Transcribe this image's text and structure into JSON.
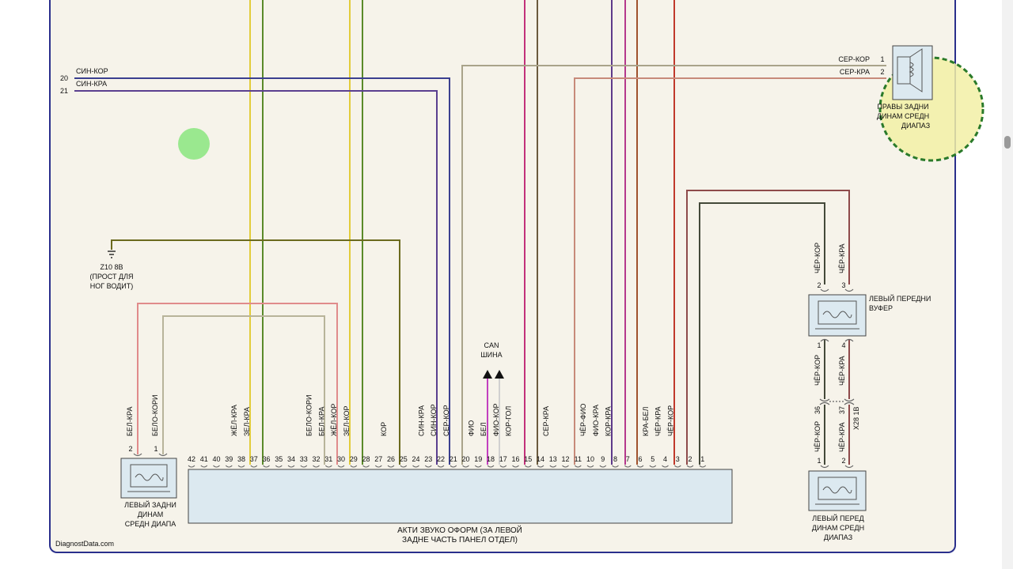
{
  "footer": {
    "brand": "DiagnostData.com"
  },
  "left_wires": {
    "w20": {
      "num": "20",
      "label": "СИН-КОР"
    },
    "w21": {
      "num": "21",
      "label": "СИН-КРА"
    }
  },
  "ground": {
    "line1": "Z10 8B",
    "line2": "(ПРОСТ ДЛЯ",
    "line3": "НОГ ВОДИТ)"
  },
  "can": {
    "line1": "CAN",
    "line2": "ШИНА"
  },
  "amplifier": {
    "line1": "АКТИ ЗВУКО ОФОРМ (ЗА ЛЕВОЙ",
    "line2": "ЗАДНЕ ЧАСТЬ ПАНЕЛ ОТДЕЛ)"
  },
  "right_rear_speaker": {
    "line1": "ПРАВЫ ЗАДНИ",
    "line2": "ДИНАМ СРЕДН",
    "line3": "ДИАПАЗ",
    "pin1": "1",
    "pin2": "2",
    "wire1": "СЕР-КОР",
    "wire2": "СЕР-КРА"
  },
  "left_rear_speaker": {
    "line1": "ЛЕВЫЙ ЗАДНИ",
    "line2": "ДИНАМ",
    "line3": "СРЕДН ДИАПА",
    "pin2": "2",
    "pin1": "1",
    "wire2": "БЕЛ-КРА",
    "wire1": "БЕЛО-КОРИ"
  },
  "woofer": {
    "line1": "ЛЕВЫЙ ПЕРЕДНИ",
    "line2": "ВУФЕР",
    "pin2": "2",
    "pin3": "3",
    "pin1": "1",
    "pin4": "4",
    "wire_top_2": "ЧЁР-КОР",
    "wire_top_3": "ЧЁР-КРА",
    "wire_bot_1": "ЧЁР-КОР",
    "wire_bot_4": "ЧЁР-КРА"
  },
  "connector_x28": {
    "pin36": "36",
    "pin37": "37",
    "label": "X28 1B"
  },
  "front_mid_speaker": {
    "line1": "ЛЕВЫЙ ПЕРЕД",
    "line2": "ДИНАМ СРЕДН",
    "line3": "ДИАПАЗ",
    "pin1": "1",
    "pin2": "2",
    "wire1": "ЧЁР-КОР",
    "wire2": "ЧЁР-КРА"
  },
  "amp_pins": [
    "42",
    "41",
    "40",
    "39",
    "38",
    "37",
    "36",
    "35",
    "34",
    "33",
    "32",
    "31",
    "30",
    "29",
    "28",
    "27",
    "26",
    "25",
    "24",
    "23",
    "22",
    "21",
    "20",
    "19",
    "18",
    "17",
    "16",
    "15",
    "14",
    "13",
    "12",
    "11",
    "10",
    "9",
    "8",
    "7",
    "6",
    "5",
    "4",
    "3",
    "2",
    "1"
  ],
  "pin_wire_labels": {
    "p38": "ЖЁЛ-КРА",
    "p37": "ЗЕЛ-КРА",
    "p32": "БЕЛО-КОРИ",
    "p31": "БЕЛ-КРА",
    "p30": "ЖЁЛ-КОР",
    "p29": "ЗЕЛ-КОР",
    "p26": "КОР",
    "p23": "СИН-КРА",
    "p22": "СИН-КОР",
    "p21": "СЕР-КОР",
    "p19": "ФИО",
    "p18": "БЕЛ",
    "p17": "ФИО-КОР",
    "p16": "КОР-ГОЛ",
    "p13": "СЕР-КРА",
    "p10": "ЧЁР-ФИО",
    "p9": "ФИО-КРА",
    "p8": "КОР-КРА",
    "p5": "КРА-БЕЛ",
    "p4": "ЧЁР-КРА",
    "p3": "ЧЁР-КОР"
  },
  "colors": {
    "frame": "#2a2f8c",
    "sheet": "#f6f3ea",
    "component_fill": "#dce9f0",
    "highlight_fill": "#f2f0a6",
    "highlight_border": "#2a7a2a",
    "marker": "#9ae88f"
  }
}
